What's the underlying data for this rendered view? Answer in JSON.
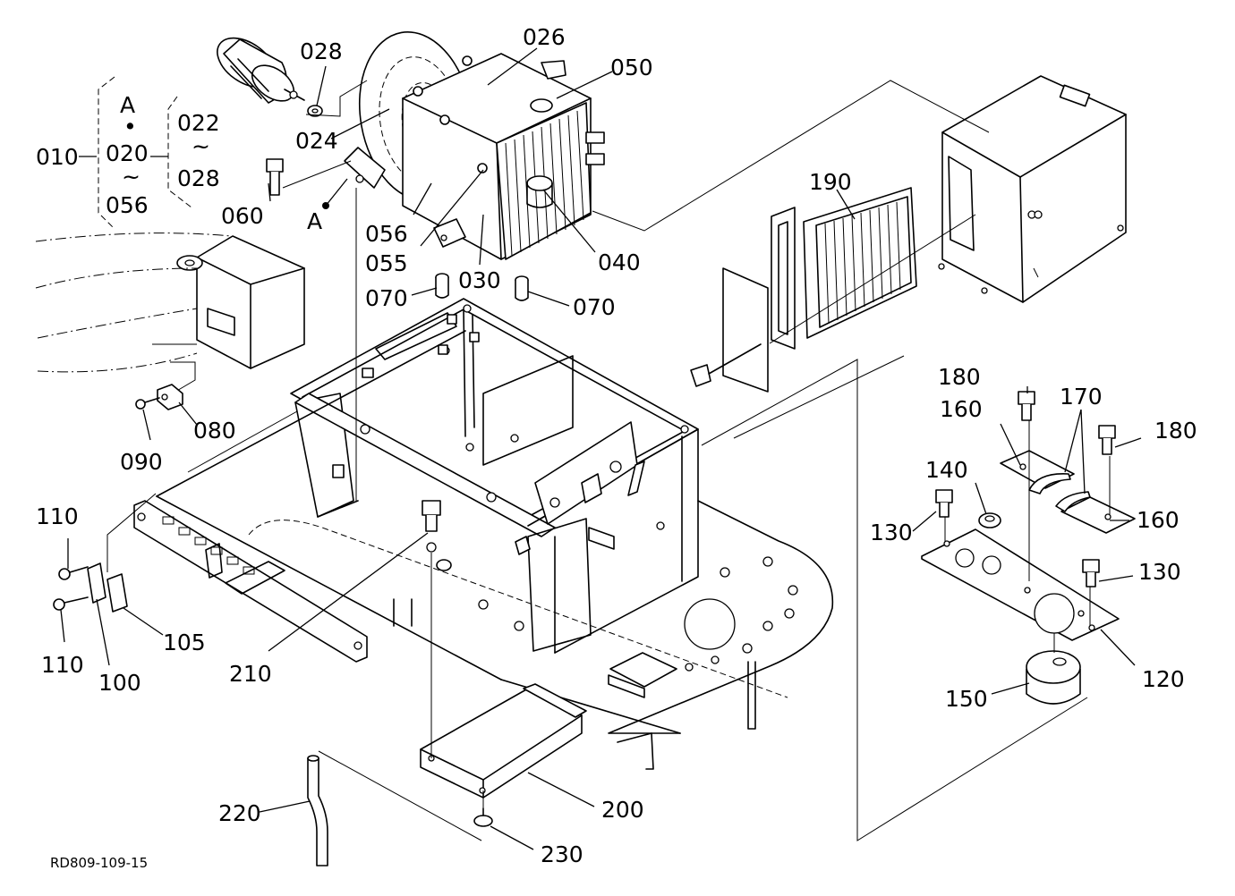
{
  "drawing_code": "RD809-109-15",
  "group": {
    "assy": "010",
    "view": "A",
    "range_start": "020",
    "range_end": "056",
    "sub_start": "022",
    "sub_end": "028",
    "tilde": "~",
    "bullet": "•"
  },
  "view_marker": "A",
  "parts": [
    {
      "id": "p028",
      "text": "028"
    },
    {
      "id": "p026",
      "text": "026"
    },
    {
      "id": "p050",
      "text": "050"
    },
    {
      "id": "p024",
      "text": "024"
    },
    {
      "id": "p060",
      "text": "060"
    },
    {
      "id": "p056",
      "text": "056"
    },
    {
      "id": "p055",
      "text": "055"
    },
    {
      "id": "p030",
      "text": "030"
    },
    {
      "id": "p040",
      "text": "040"
    },
    {
      "id": "p070a",
      "text": "070"
    },
    {
      "id": "p070b",
      "text": "070"
    },
    {
      "id": "p190",
      "text": "190"
    },
    {
      "id": "p080",
      "text": "080"
    },
    {
      "id": "p090",
      "text": "090"
    },
    {
      "id": "p180a",
      "text": "180"
    },
    {
      "id": "p170",
      "text": "170"
    },
    {
      "id": "p180b",
      "text": "180"
    },
    {
      "id": "p160a",
      "text": "160"
    },
    {
      "id": "p140",
      "text": "140"
    },
    {
      "id": "p130a",
      "text": "130"
    },
    {
      "id": "p160b",
      "text": "160"
    },
    {
      "id": "p130b",
      "text": "130"
    },
    {
      "id": "p120",
      "text": "120"
    },
    {
      "id": "p150",
      "text": "150"
    },
    {
      "id": "p110a",
      "text": "110"
    },
    {
      "id": "p110b",
      "text": "110"
    },
    {
      "id": "p100",
      "text": "100"
    },
    {
      "id": "p105",
      "text": "105"
    },
    {
      "id": "p210",
      "text": "210"
    },
    {
      "id": "p200",
      "text": "200"
    },
    {
      "id": "p220",
      "text": "220"
    },
    {
      "id": "p230",
      "text": "230"
    }
  ]
}
